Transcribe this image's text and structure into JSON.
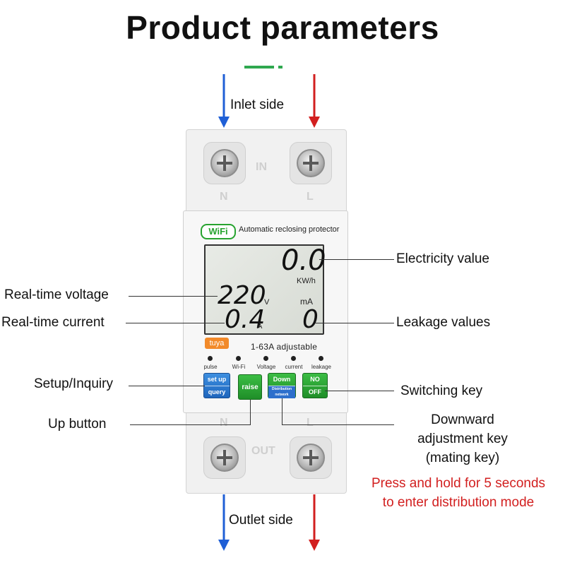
{
  "title": "Product parameters",
  "colors": {
    "blue_arrow": "#1f5fd6",
    "red_arrow": "#d21f1f",
    "wifi_green": "#27a32f",
    "tuya_orange": "#f28a2a",
    "note_red": "#d21f1f"
  },
  "labels": {
    "inlet": "Inlet side",
    "outlet": "Outlet side",
    "electricity_value": "Electricity value",
    "realtime_voltage": "Real-time voltage",
    "realtime_current": "Real-time current",
    "leakage_values": "Leakage values",
    "setup_inquiry": "Setup/Inquiry",
    "switching_key": "Switching key",
    "up_button": "Up button",
    "downward_line1": "Downward",
    "downward_line2": "adjustment key",
    "downward_line3": "(mating key)",
    "note_line1": "Press and hold for 5 seconds",
    "note_line2": "to enter distribution mode"
  },
  "device": {
    "wifi_logo": "WiFi",
    "header": "Automatic reclosing protector",
    "brand": "tuya",
    "rating": "1-63A adjustable",
    "top_emboss": "IN",
    "bottom_emboss": "OUT",
    "terminal_left": "N",
    "terminal_right": "L",
    "lcd": {
      "energy": "0.0",
      "energy_unit": "KW/h",
      "voltage": "220",
      "voltage_unit": "V",
      "leak_unit": "mA",
      "current": "0.4",
      "current_unit": "A",
      "leakage": "0"
    },
    "indicators": [
      "pulse",
      "Wi-Fi",
      "Voltage",
      "current",
      "leakage"
    ],
    "buttons": {
      "setup_top": "set up",
      "setup_bottom": "query",
      "raise": "raise",
      "down_top": "Down",
      "down_bottom": "Distribution network",
      "switch_top": "NO",
      "switch_bottom": "OFF"
    }
  }
}
